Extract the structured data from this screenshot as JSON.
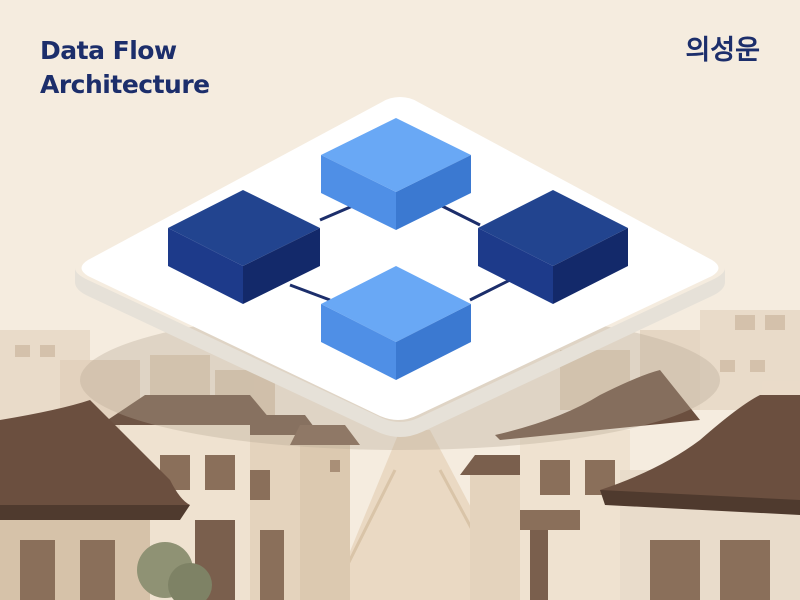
{
  "header": {
    "title_line1": "Data Flow",
    "title_line2": "Architecture",
    "author": "의성운"
  },
  "diagram": {
    "colors": {
      "dark_block": "#1d3a8a",
      "light_block": "#4f8fe6",
      "connector": "#1c2e6b",
      "platform": "#ffffff"
    },
    "nodes": [
      {
        "name": "top-node",
        "tone": "light"
      },
      {
        "name": "left-node",
        "tone": "dark"
      },
      {
        "name": "right-node",
        "tone": "dark"
      },
      {
        "name": "bottom-node",
        "tone": "light"
      }
    ]
  },
  "background": {
    "theme": "traditional hanok village street",
    "colors": {
      "sky": "#f5ecdf",
      "roof": "#6e5444",
      "wall": "#e9dccb",
      "shadow": "#cdbba5"
    }
  }
}
